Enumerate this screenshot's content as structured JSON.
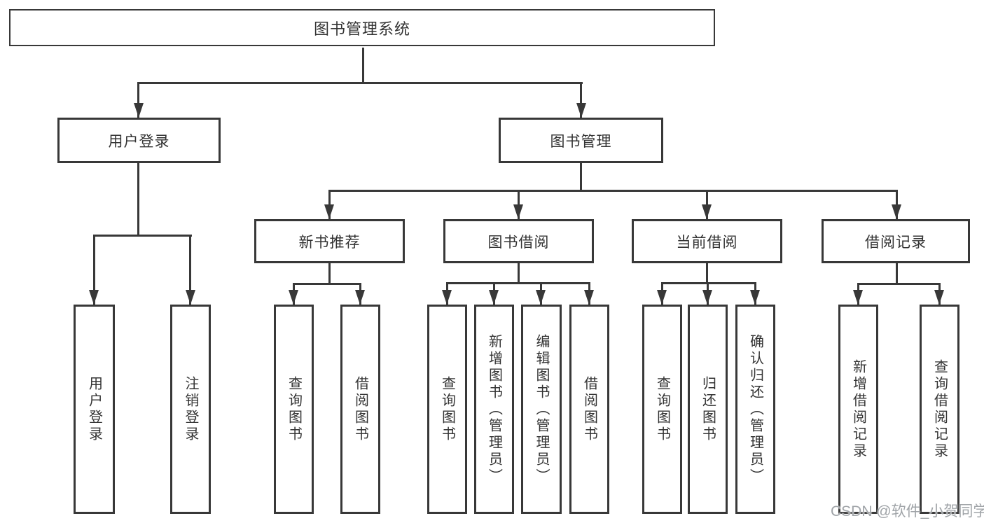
{
  "diagram": {
    "root": {
      "label": "图书管理系统"
    },
    "level2": [
      {
        "label": "用户登录",
        "children": [
          {
            "label": "用户登录"
          },
          {
            "label": "注销登录"
          }
        ]
      },
      {
        "label": "图书管理",
        "children": [
          {
            "label": "新书推荐",
            "children": [
              {
                "label": "查询图书"
              },
              {
                "label": "借阅图书"
              }
            ]
          },
          {
            "label": "图书借阅",
            "children": [
              {
                "label": "查询图书"
              },
              {
                "label": "新增图书（管理员）"
              },
              {
                "label": "编辑图书（管理员）"
              },
              {
                "label": "借阅图书"
              }
            ]
          },
          {
            "label": "当前借阅",
            "children": [
              {
                "label": "查询图书"
              },
              {
                "label": "归还图书"
              },
              {
                "label": "确认归还（管理员）"
              }
            ]
          },
          {
            "label": "借阅记录",
            "children": [
              {
                "label": "新增借阅记录"
              },
              {
                "label": "查询借阅记录"
              }
            ]
          }
        ]
      }
    ]
  },
  "watermark": {
    "text": "CSDN @软件_小贺同学"
  },
  "colors": {
    "line": "#383838",
    "text": "#333333",
    "watermark": "#a0a4a8",
    "background": "#ffffff"
  }
}
